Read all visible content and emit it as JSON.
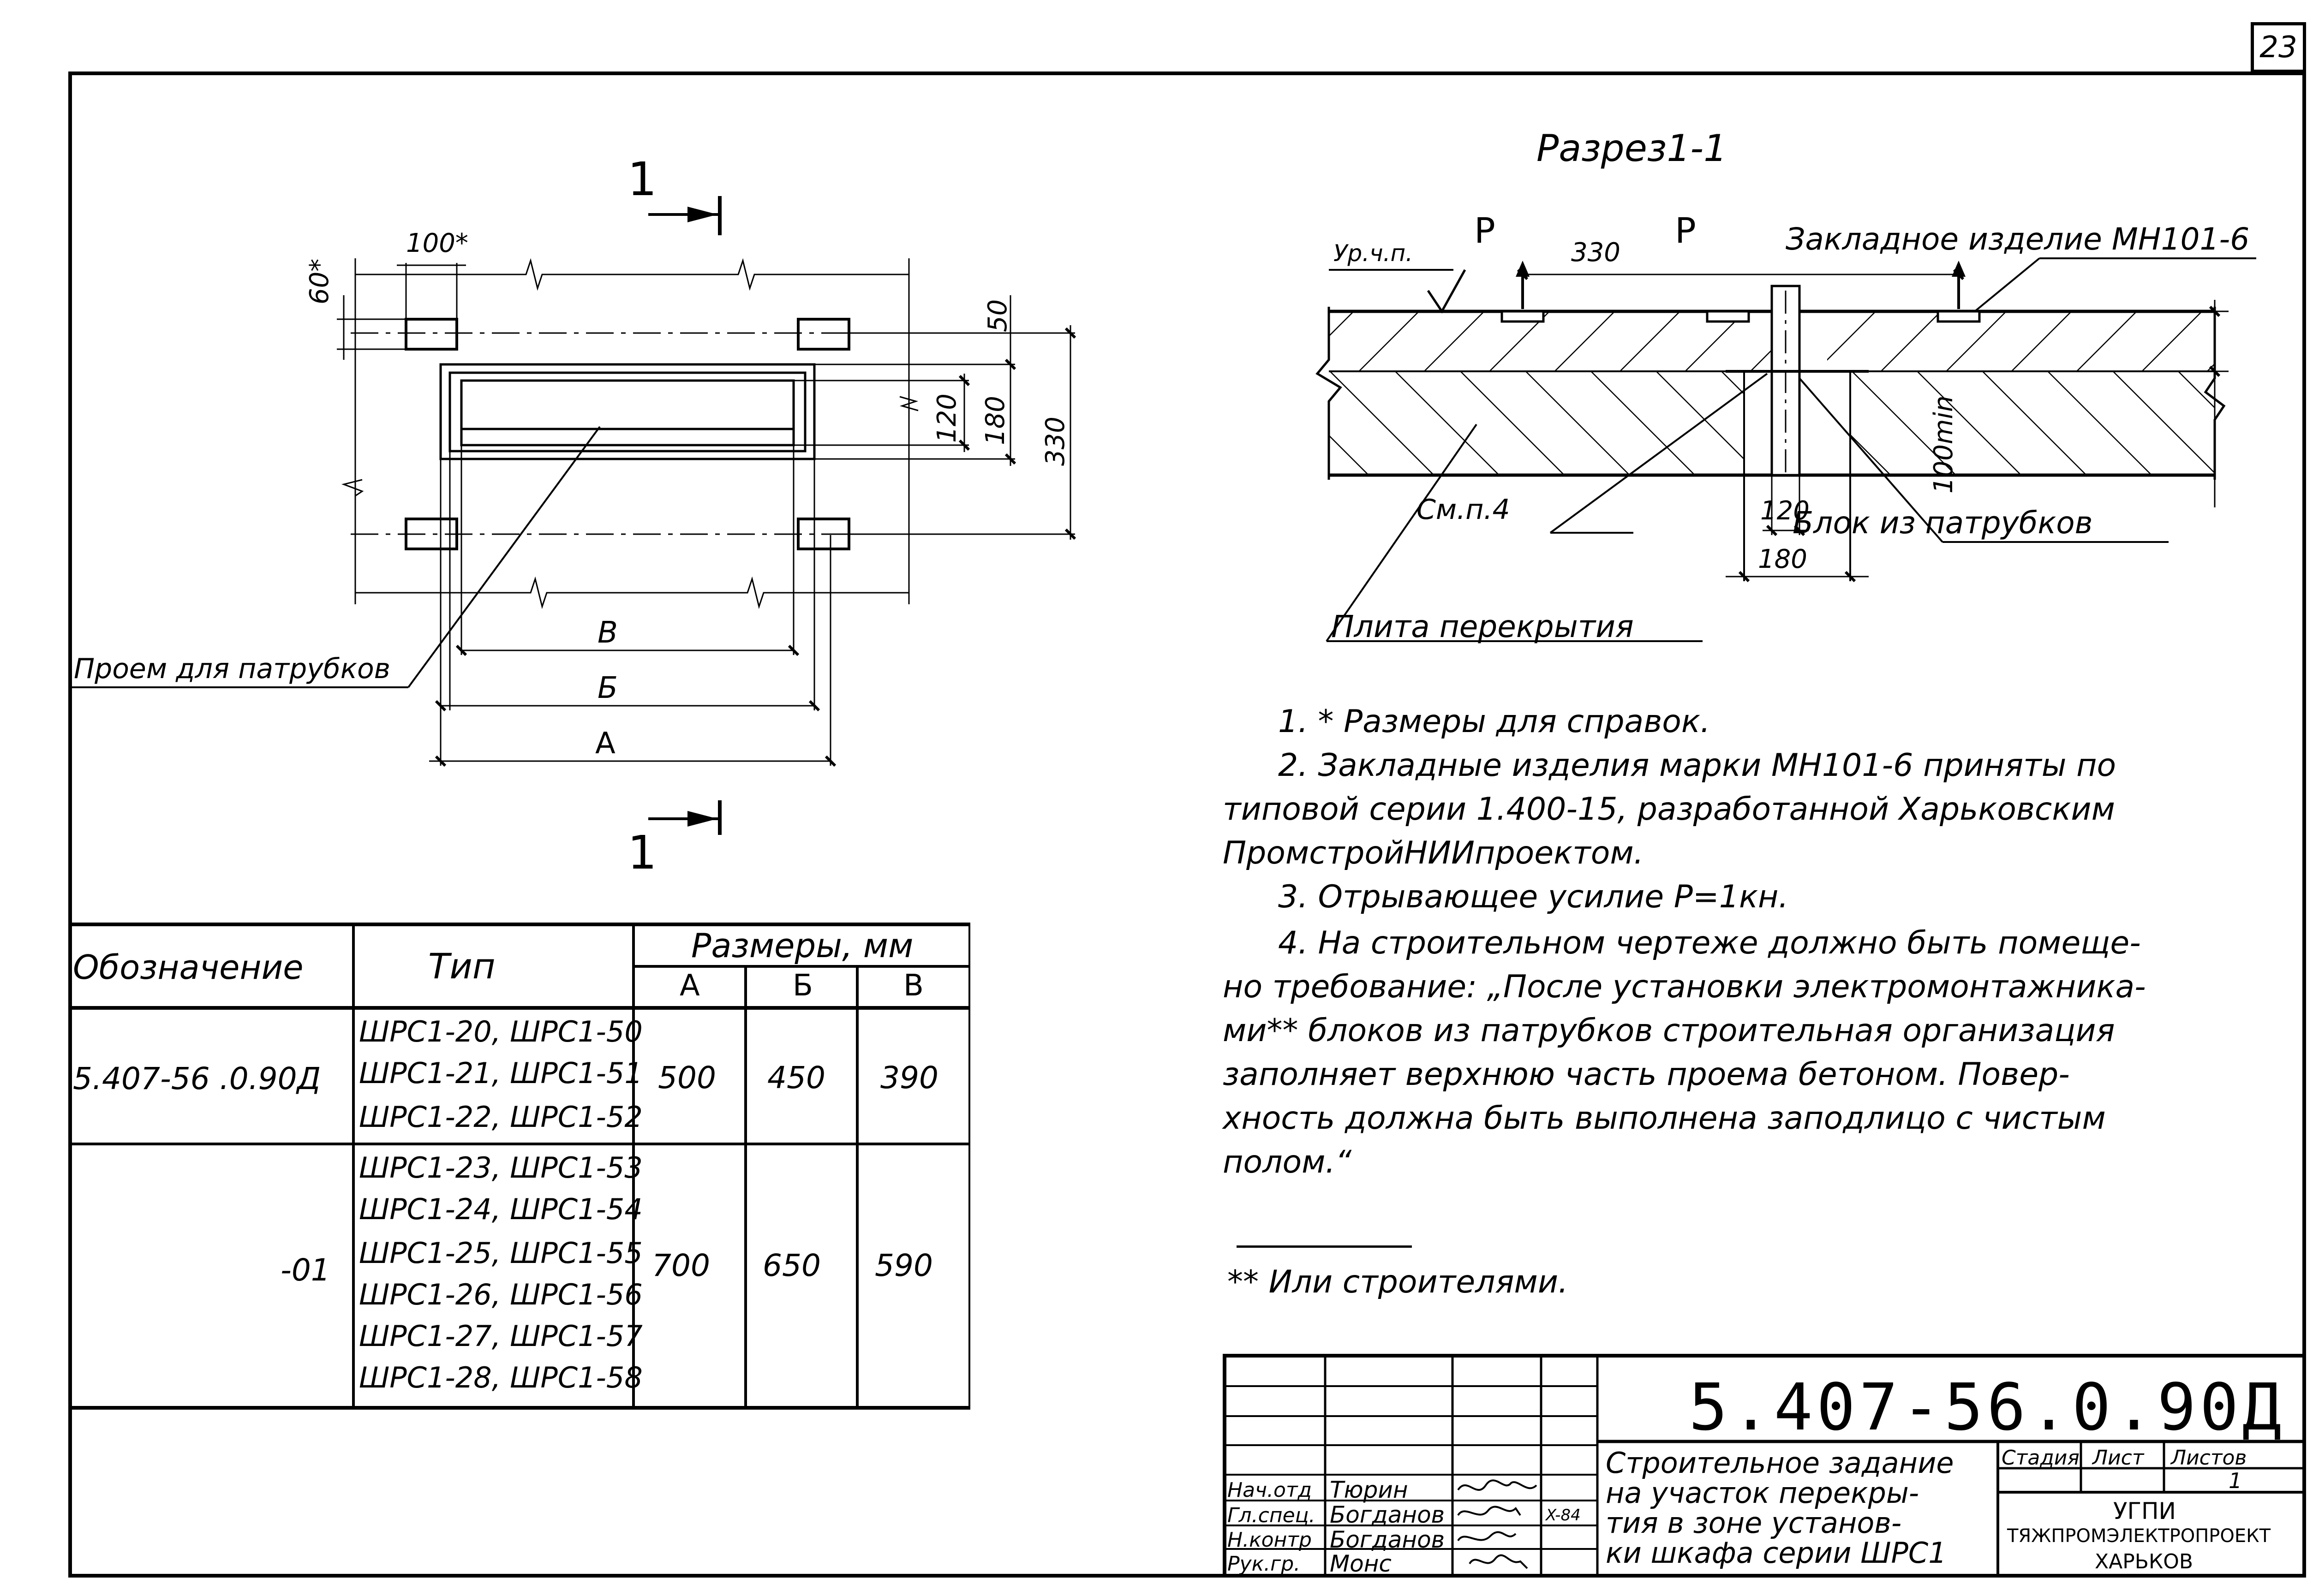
{
  "page_number": "23",
  "plan": {
    "section_mark_top": "1",
    "section_mark_bottom": "1",
    "dim_100": "100*",
    "dim_60": "60*",
    "dim_50": "50",
    "dim_120": "120",
    "dim_180": "180",
    "dim_330": "330",
    "dim_B_small": "В",
    "dim_B_mid": "Б",
    "dim_A": "А",
    "opening_label": "Проем для патрубков"
  },
  "section": {
    "title": "Разрез1-1",
    "level_label": "Ур.ч.п.",
    "load_left": "Р",
    "load_right": "Р",
    "dim_330": "330",
    "embedded_label": "Закладное изделие МН101-6",
    "dim_100min": "100min",
    "see_note_label": "См.п.4",
    "dim_120": "120",
    "dim_180": "180",
    "block_label": "Блок из патрубков",
    "slab_label": "Плита перекрытия"
  },
  "notes": {
    "n1": "1. * Размеры для справок.",
    "n2a": "2. Закладные изделия марки МН101-6 приняты по",
    "n2b": "типовой серии 1.400-15, разработанной Харьковским",
    "n2c": "ПромстройНИИпроектом.",
    "n3": "3. Отрывающее усилие Р=1кн.",
    "n4a": "4. На строительном чертеже должно быть помеще-",
    "n4b": "но требование: „После установки электромонтажника-",
    "n4c": "ми** блоков из патрубков строительная организация",
    "n4d": "заполняет верхнюю часть проема бетоном. Повер-",
    "n4e": "хность должна быть выполнена заподлицо с чистым",
    "n4f": "полом.“",
    "footnote": "** Или строителями."
  },
  "table": {
    "headers": {
      "designation": "Обозначение",
      "type": "Тип",
      "sizes": "Размеры, мм",
      "a": "А",
      "b": "Б",
      "v": "В"
    },
    "rows": [
      {
        "designation": "5.407-56 .0.90Д",
        "types": [
          "ШРС1-20, ШРС1-50",
          "ШРС1-21, ШРС1-51",
          "ШРС1-22, ШРС1-52"
        ],
        "a": "500",
        "b": "450",
        "v": "390"
      },
      {
        "designation": "-01",
        "types": [
          "ШРС1-23, ШРС1-53",
          "ШРС1-24, ШРС1-54",
          "ШРС1-25, ШРС1-55",
          "ШРС1-26, ШРС1-56",
          "ШРС1-27, ШРС1-57",
          "ШРС1-28, ШРС1-58"
        ],
        "a": "700",
        "b": "650",
        "v": "590"
      }
    ]
  },
  "title_block": {
    "doc_code": "5.407-56.0.90Д",
    "title_lines": [
      "Строительное задание",
      "на участок перекры-",
      "тия в зоне установ-",
      "ки шкафа серии ШРС1"
    ],
    "stage_label": "Стадия",
    "sheet_label": "Лист",
    "sheets_label": "Листов",
    "sheets_value": "1",
    "org_1": "УГПИ",
    "org_2": "ТЯЖПРОМЭЛЕКТРОПРОЕКТ",
    "org_3": "ХАРЬКОВ",
    "date": "X-84",
    "people": [
      {
        "role": "Нач.отд",
        "name": "Тюрин"
      },
      {
        "role": "Гл.спец.",
        "name": "Богданов"
      },
      {
        "role": "Н.контр",
        "name": "Богданов"
      },
      {
        "role": "Рук.гр.",
        "name": "Монс"
      }
    ]
  }
}
